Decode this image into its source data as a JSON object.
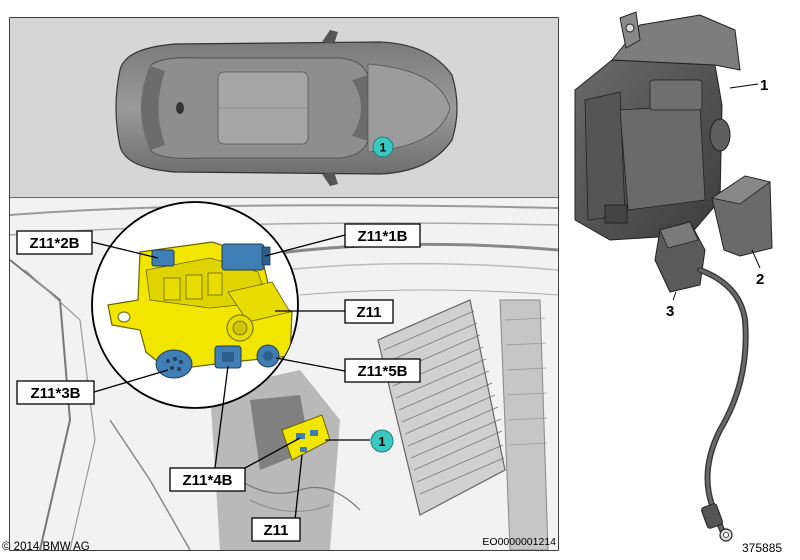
{
  "top_view": {
    "callout": "1"
  },
  "detail": {
    "labels": {
      "z11_2b": "Z11*2B",
      "z11_1b": "Z11*1B",
      "z11_main": "Z11",
      "z11_3b": "Z11*3B",
      "z11_5b": "Z11*5B",
      "z11_4b": "Z11*4B",
      "z11_bottom": "Z11"
    },
    "callout": "1",
    "image_code": "EO0000001214"
  },
  "exploded": {
    "callouts": {
      "c1": "1",
      "c2": "2",
      "c3": "3"
    }
  },
  "footer": {
    "copyright": "© 2014 BMW AG",
    "diagram_number": "375885"
  },
  "colors": {
    "component_yellow": "#f2e600",
    "connector_blue": "#3f7fb5",
    "callout_teal": "#3cc8c0",
    "panel_gray": "#d6d6d6"
  }
}
